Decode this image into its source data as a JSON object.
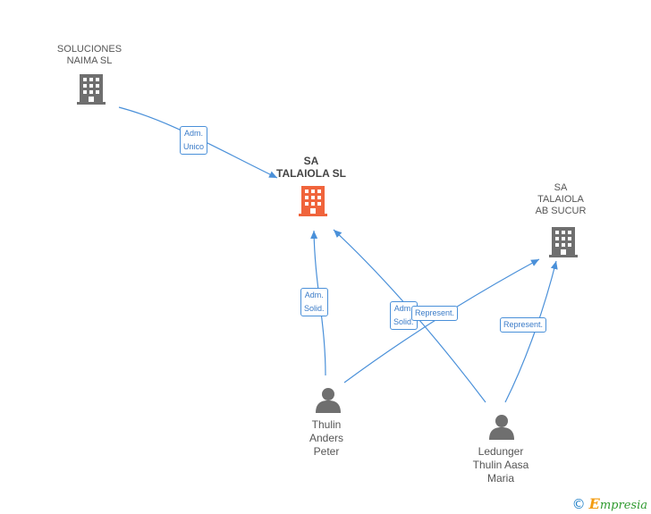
{
  "colors": {
    "edge": "#4a90d9",
    "company_gray": "#6f6f6f",
    "company_main": "#f0643c",
    "person": "#6f6f6f"
  },
  "nodes": {
    "soluciones": {
      "label": "SOLUCIONES\nNAIMA SL",
      "icon": "building-icon"
    },
    "sa_talaiola": {
      "label": "SA\nTALAIOLA SL",
      "icon": "building-icon"
    },
    "sa_talaiola_ab": {
      "label": "SA\nTALAIOLA\nAB SUCUR",
      "icon": "building-icon"
    },
    "thulin": {
      "label": "Thulin\nAnders\nPeter",
      "icon": "person-icon"
    },
    "ledunger": {
      "label": "Ledunger\nThulin Aasa\nMaria",
      "icon": "person-icon"
    }
  },
  "edges": {
    "e1": "Adm.\nUnico",
    "e2": "Adm.\nSolid.",
    "e3": "Adm.\nSolid.",
    "e4": "Represent.",
    "e5": "Represent."
  },
  "brand": {
    "copyright": "©",
    "initial": "E",
    "rest": "mpresia"
  }
}
